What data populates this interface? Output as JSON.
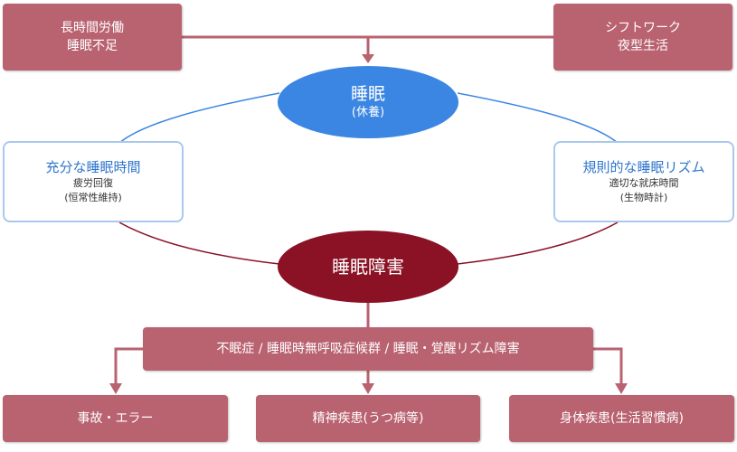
{
  "top_left": {
    "line1": "長時間労働",
    "line2": "睡眠不足"
  },
  "top_right": {
    "line1": "シフトワーク",
    "line2": "夜型生活"
  },
  "sleep": {
    "title": "睡眠",
    "subtitle": "(休養)"
  },
  "left_box": {
    "title": "充分な睡眠時間",
    "line1": "疲労回復",
    "line2": "(恒常性維持)"
  },
  "right_box": {
    "title": "規則的な睡眠リズム",
    "line1": "適切な就床時間",
    "line2": "(生物時計)"
  },
  "disorder": {
    "title": "睡眠障害"
  },
  "disorder_types": "不眠症 / 睡眠時無呼吸症候群 / 睡眠・覚醒リズム障害",
  "outcomes": [
    {
      "label": "事故・エラー"
    },
    {
      "label": "精神疾患(うつ病等)"
    },
    {
      "label": "身体疾患(生活習慣病)"
    }
  ],
  "colors": {
    "rose": "#b96270",
    "deep_red": "#8b1125",
    "blue": "#3b86e3",
    "light_blue": "#a9c8ec"
  }
}
